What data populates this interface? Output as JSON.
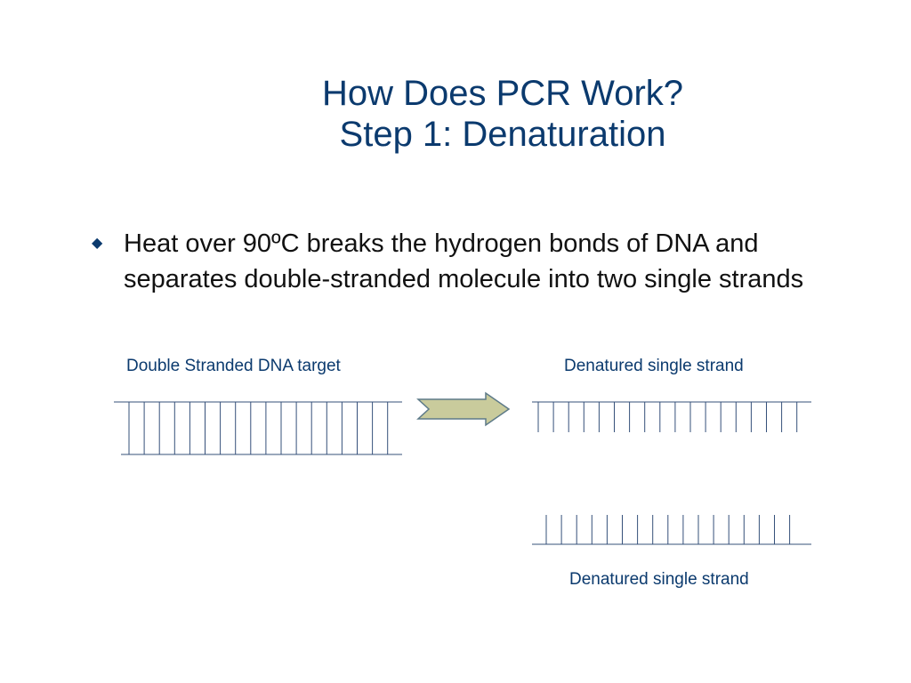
{
  "slide": {
    "title_line1": "How Does PCR Work?",
    "title_line2": "Step 1: Denaturation",
    "bullet_icon": "diamond-bullet-icon",
    "bullet_text": "Heat over 90ºC breaks the hydrogen bonds of DNA and separates double-stranded molecule into two single strands"
  },
  "diagram": {
    "double_label": "Double Stranded DNA target",
    "top_strand_label": "Denatured single strand",
    "bottom_strand_label": "Denatured single strand",
    "arrow_icon": "right-arrow-icon",
    "colors": {
      "title": "#0b3a6e",
      "strand": "#35507a",
      "arrow_fill": "#c9cb9c",
      "arrow_stroke": "#5d7a88"
    }
  }
}
